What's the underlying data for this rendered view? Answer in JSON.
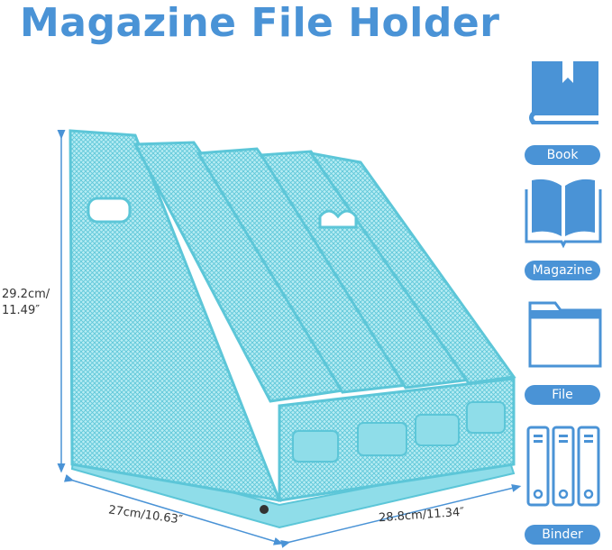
{
  "title": "Magazine File Holder",
  "dimensions": {
    "height_cm": "29.2cm/",
    "height_in": "11.49″",
    "depth": "27cm/10.63″",
    "width": "28.8cm/11.34″"
  },
  "uses": [
    {
      "label": "Book",
      "icon": "book-icon"
    },
    {
      "label": "Magazine",
      "icon": "open-book-icon"
    },
    {
      "label": "File",
      "icon": "folder-icon"
    },
    {
      "label": "Binder",
      "icon": "binder-icon"
    }
  ],
  "colors": {
    "accent": "#4a93d6",
    "product": "#8fdde9",
    "product_edge": "#5cc6d8"
  }
}
